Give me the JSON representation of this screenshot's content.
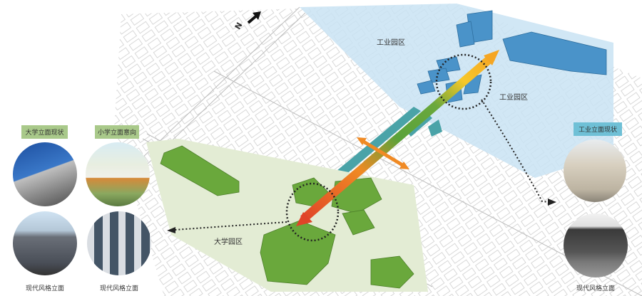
{
  "compass": {
    "label": "N"
  },
  "zones": {
    "industrial_top": "工业园区",
    "industrial_right": "工业园区",
    "university": "大学园区"
  },
  "left_panel": {
    "tag_university": "大学立面现状",
    "tag_primary_school": "小学立面意向",
    "caption_1": "现代风格立面",
    "caption_2": "现代风格立面"
  },
  "right_panel": {
    "tag_industrial": "工业立面现状",
    "caption": "现代风格立面"
  },
  "colors": {
    "industrial_zone": "#c9e3f3",
    "industrial_building": "#4a93c9",
    "university_zone": "#e3ecd4",
    "university_building": "#6aa83c",
    "axis_green": "#5aa23a",
    "axis_orange": "#f08a24",
    "axis_yellow": "#f7c82a",
    "axis_red": "#e04428",
    "tag_green": "#a9c98a",
    "tag_blue": "#6fc0d6"
  }
}
